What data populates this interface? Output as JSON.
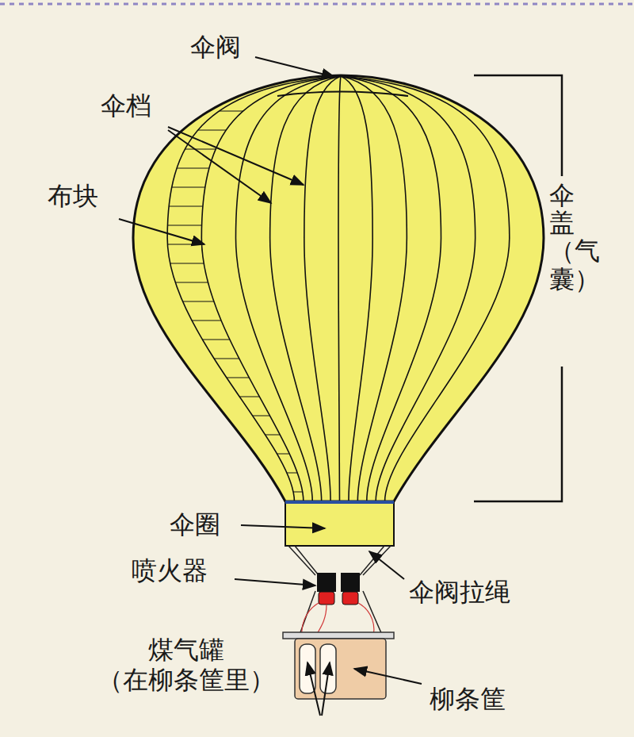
{
  "diagram": {
    "labels": [
      "伞阀",
      "伞档",
      "布块",
      "伞盖（气囊）",
      "伞圈",
      "喷火器",
      "伞阀拉绳",
      "煤气罐 （在柳条筐里）",
      "柳条筐"
    ]
  }
}
